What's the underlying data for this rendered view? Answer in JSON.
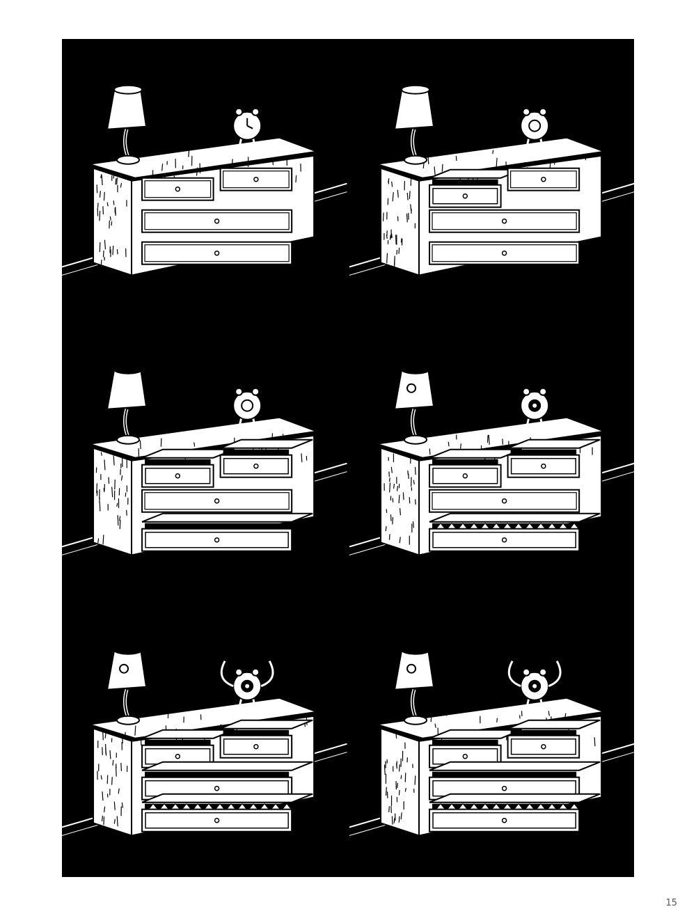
{
  "page": {
    "number": "15",
    "colors": {
      "ink": "#000000",
      "paper": "#ffffff"
    }
  },
  "panels": [
    {
      "id": "panel-1",
      "scene": "calm",
      "lamp_state": "lamp",
      "clock_state": "clock",
      "drawers_open": 0,
      "teeth": false
    },
    {
      "id": "panel-2",
      "scene": "waking",
      "lamp_state": "lamp-bent",
      "clock_state": "clock-spiral",
      "drawers_open": 1,
      "teeth": false
    },
    {
      "id": "panel-3",
      "scene": "stirring",
      "lamp_state": "lamp-mouth",
      "clock_state": "clock-legs",
      "drawers_open": 3,
      "teeth": false
    },
    {
      "id": "panel-4",
      "scene": "mouth",
      "lamp_state": "lamp-face",
      "clock_state": "clock-eye",
      "drawers_open": 3,
      "teeth": true
    },
    {
      "id": "panel-5",
      "scene": "eyes",
      "lamp_state": "lamp-jaws",
      "clock_state": "clock-eye-arms",
      "drawers_open": 4,
      "teeth": true
    },
    {
      "id": "panel-6",
      "scene": "monster",
      "lamp_state": "lamp-creature",
      "clock_state": "clock-dancing",
      "drawers_open": 4,
      "teeth": true
    }
  ]
}
